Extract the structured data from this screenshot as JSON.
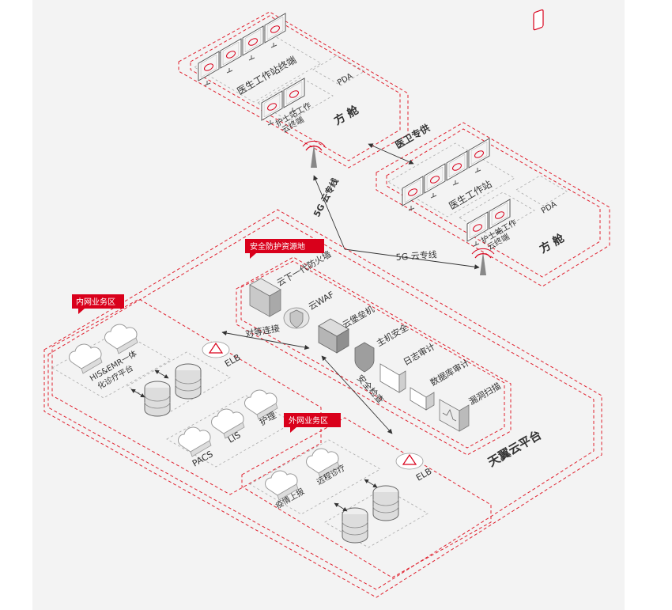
{
  "colors": {
    "accent": "#d9001b",
    "background": "#f3f3f3",
    "text": "#333333",
    "dash": "#e0202e",
    "gray_dash": "#a9a9a9"
  },
  "top_pod": {
    "title": "方 舱",
    "workstation_label": "医生工作站终端",
    "nurse_label_1": "护士站工作",
    "nurse_label_2": "云终端",
    "pda_label": "PDA"
  },
  "right_pod": {
    "title": "方 舱",
    "workstation_label": "医生工作站",
    "nurse_label_1": "护士站工作",
    "nurse_label_2": "云终端",
    "pda_label": "PDA"
  },
  "links": {
    "medical_dedicated": "医卫专供",
    "cloud_line_vertical": "5G 云专线",
    "cloud_line_horizontal": "5G 云专线",
    "peer_connection": "对等连接",
    "security_check": "安全检查"
  },
  "security_zone": {
    "tag": "安全防护资源地",
    "items": [
      "云下一代防火墙",
      "云WAF",
      "云堡垒机",
      "主机安全",
      "日志审计",
      "数据库审计",
      "漏洞扫描"
    ]
  },
  "intranet_zone": {
    "tag": "内网业务区",
    "elb": "ELB",
    "his_1": "HIS&EMR一体",
    "his_2": "化诊疗平台",
    "pacs": "PACS",
    "lis": "LIS",
    "nursing": "护理"
  },
  "extranet_zone": {
    "tag": "外网业务区",
    "elb": "ELB",
    "epidemic": "疫情上报",
    "remote": "远程诊疗"
  },
  "platform_label": "天翼云平台",
  "icons": [
    "monitor-icon",
    "pda-icon",
    "antenna-icon",
    "cloud-icon",
    "database-icon",
    "firewall-icon",
    "shield-icon",
    "elb-icon",
    "log-icon",
    "scanner-icon"
  ]
}
